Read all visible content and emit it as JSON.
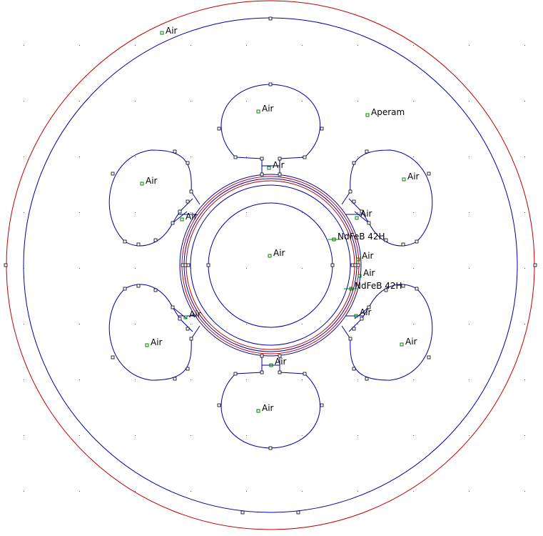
{
  "colors": {
    "background": "#ffffff",
    "boundary_blue": "#0000a0",
    "boundary_red": "#c00000",
    "label_marker": "#008000",
    "text": "#000000",
    "node": "#000000"
  },
  "labels": {
    "outer_air": "Air",
    "stator_material": "Aperam",
    "slot_top": "Air",
    "slot_upper_left": "Air",
    "slot_upper_right": "Air",
    "slot_lower_left": "Air",
    "slot_lower_right": "Air",
    "slot_bottom": "Air",
    "opening_top": "Air",
    "opening_upper_left": "Air",
    "opening_upper_right": "Air",
    "opening_lower_left": "Air",
    "opening_lower_right": "Air",
    "opening_bottom": "Air",
    "rotor_core": "Air",
    "magnet_1": "NdFeB 42H",
    "magnet_2": "NdFeB 42H",
    "airgap_1": "Air",
    "airgap_2": "Air"
  }
}
